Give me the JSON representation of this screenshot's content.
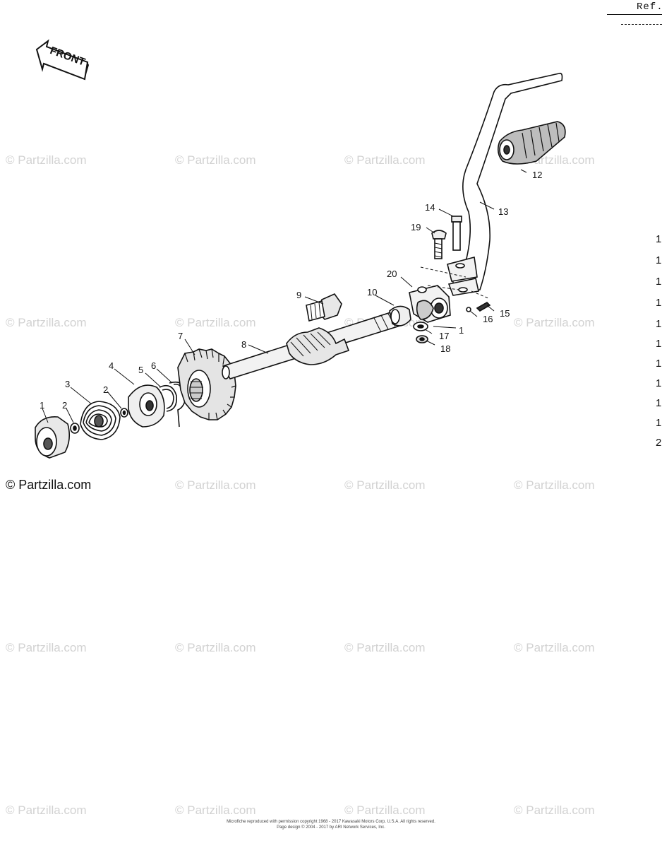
{
  "header": {
    "ref_label": "Ref."
  },
  "front_arrow_label": "FRONT",
  "watermark": {
    "text": "© Partzilla.com",
    "main_text": "© Partzilla.com"
  },
  "edge_numbers": [
    "1",
    "1",
    "1",
    "1",
    "1",
    "1",
    "1",
    "1",
    "1",
    "1",
    "2"
  ],
  "callouts": [
    "1",
    "2",
    "3",
    "2",
    "4",
    "5",
    "6",
    "7",
    "8",
    "9",
    "10",
    "1",
    "12",
    "13",
    "14",
    "15",
    "16",
    "17",
    "18",
    "19",
    "20"
  ],
  "copyright": {
    "line1": "Microfiche reproduced with permission copyright 1968 - 2017 Kawasaki Motors Corp. U.S.A. All rights reserved.",
    "line2": "Page design © 2004 - 2017 by ARI Network Services, Inc."
  }
}
